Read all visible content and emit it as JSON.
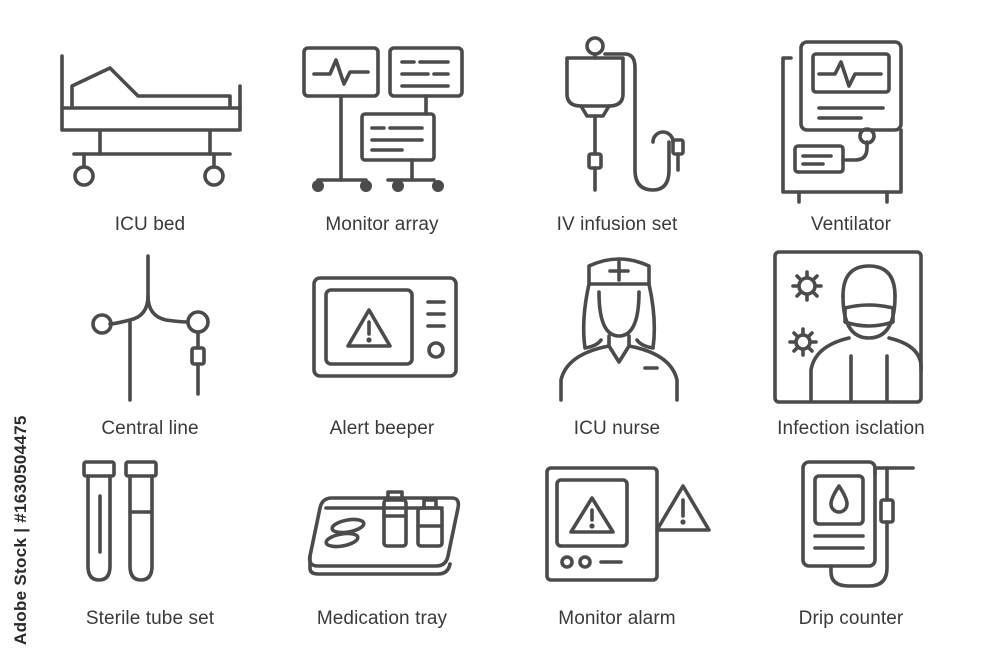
{
  "icons": [
    {
      "label": "ICU bed",
      "icon": "hospital-bed-icon"
    },
    {
      "label": "Monitor array",
      "icon": "monitor-array-icon"
    },
    {
      "label": "IV infusion set",
      "icon": "iv-drip-icon"
    },
    {
      "label": "Ventilator",
      "icon": "ventilator-icon"
    },
    {
      "label": "Central line",
      "icon": "central-line-icon"
    },
    {
      "label": "Alert beeper",
      "icon": "alert-beeper-icon"
    },
    {
      "label": "ICU nurse",
      "icon": "nurse-icon"
    },
    {
      "label": "Infection isclation",
      "icon": "infection-isolation-icon"
    },
    {
      "label": "Sterile tube set",
      "icon": "test-tubes-icon"
    },
    {
      "label": "Medication tray",
      "icon": "medication-tray-icon"
    },
    {
      "label": "Monitor alarm",
      "icon": "monitor-alarm-icon"
    },
    {
      "label": "Drip counter",
      "icon": "drip-counter-icon"
    }
  ],
  "watermark": "Adobe Stock | #1630504475",
  "colors": {
    "stroke": "#4b4b4b",
    "text": "#3a3a3a",
    "background": "#ffffff"
  }
}
